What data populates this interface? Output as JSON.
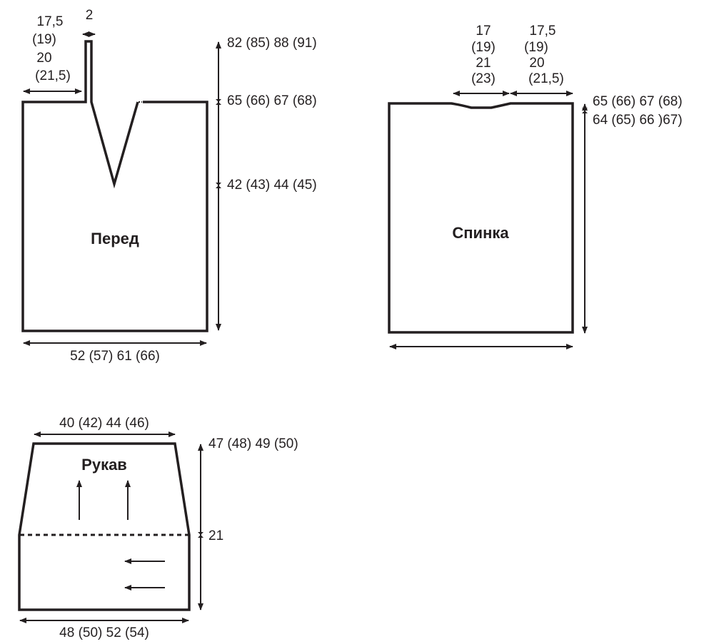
{
  "colors": {
    "ink": "#231f20",
    "background": "#ffffff"
  },
  "front": {
    "title": "Перед",
    "shoulder_label": [
      "17,5",
      "(19)",
      "20",
      "(21,5)"
    ],
    "band_label": "2",
    "height_total": "82 (85) 88 (91)",
    "height_shoulder": "65 (66) 67 (68)",
    "height_neck": "42 (43) 44 (45)",
    "width": "52 (57) 61 (66)"
  },
  "back": {
    "title": "Спинка",
    "neck_label": [
      "17",
      "(19)",
      "21",
      "(23)"
    ],
    "shoulder_label": [
      "17,5",
      "(19)",
      "20",
      "(21,5)"
    ],
    "height_top": "65 (66) 67 (68)",
    "height_shoulder": "64 (65) 66 )67)"
  },
  "sleeve": {
    "title": "Рукав",
    "top_width": "40 (42) 44 (46)",
    "height_total": "47 (48) 49 (50)",
    "height_cuff": "21",
    "bottom_width": "48 (50) 52 (54)"
  }
}
